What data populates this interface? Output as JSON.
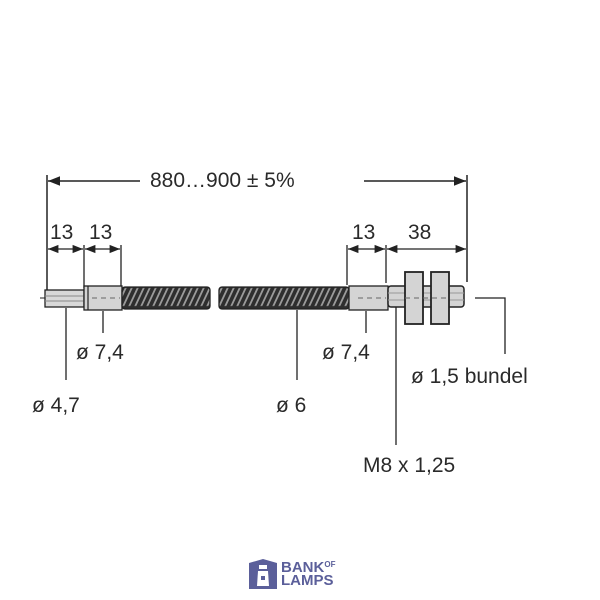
{
  "diagram": {
    "type": "technical-dimension-drawing",
    "subject": "fiber optic cable with braided hose and M8 threaded connector",
    "units": "mm",
    "overall_length_label": "880…900 ± 5%",
    "segment_labels": {
      "left_tip_length": "13",
      "left_ferrule_length": "13",
      "right_ferrule_length": "13",
      "connector_length": "38"
    },
    "callouts": {
      "left_ferrule_diameter": "ø 7,4",
      "left_tip_diameter": "ø 4,7",
      "hose_diameter": "ø 6",
      "right_ferrule_diameter": "ø 7,4",
      "bundle_diameter": "ø 1,5 bundel",
      "thread": "M8 x 1,25"
    },
    "colors": {
      "line": "#222222",
      "part_fill": "#d4d4d4",
      "hose_fill": "#3a3a3a",
      "logo_primary": "#5b5f9a",
      "logo_accent": "#f2d54a"
    }
  },
  "logo": {
    "line1": "BANK",
    "line1_suffix": "OF",
    "line2": "LAMPS"
  }
}
